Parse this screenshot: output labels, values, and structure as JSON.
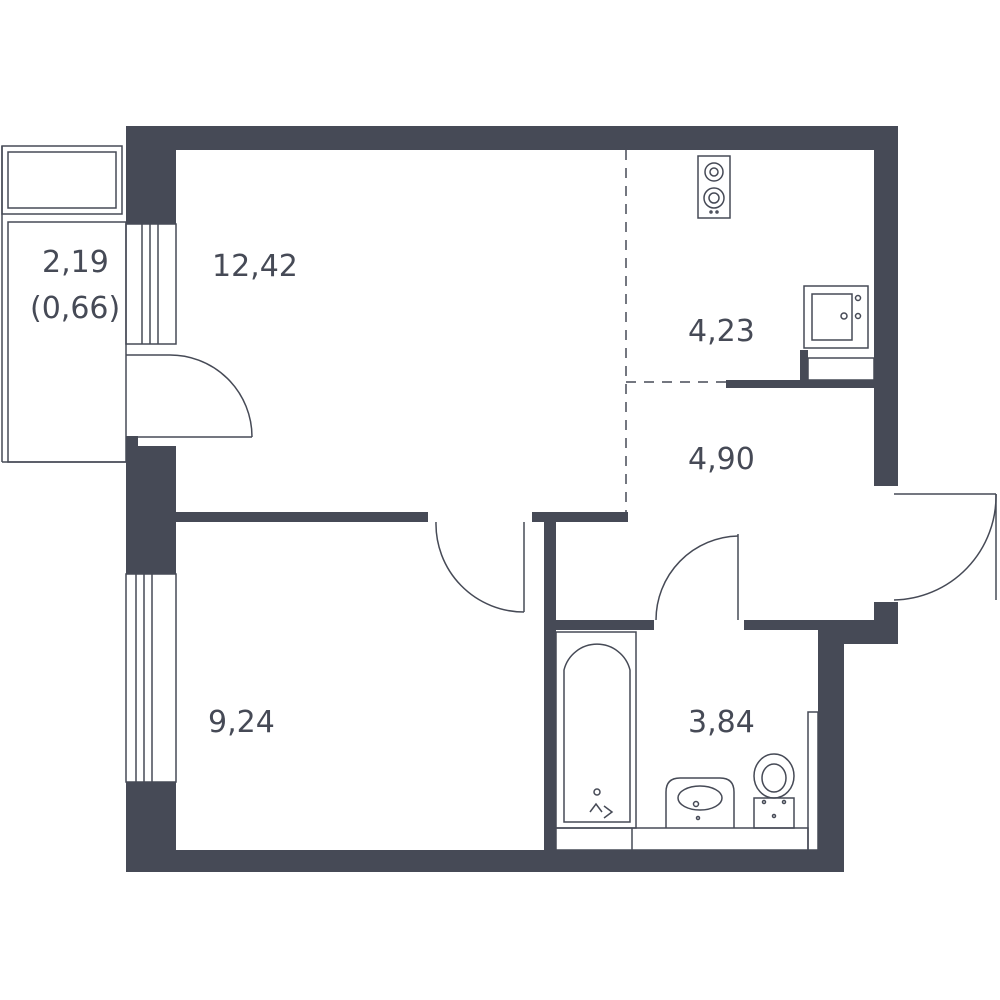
{
  "rooms": {
    "living_room": {
      "area": "12,42"
    },
    "kitchen": {
      "area": "4,23"
    },
    "hallway": {
      "area": "4,90"
    },
    "bedroom": {
      "area": "9,24"
    },
    "bathroom": {
      "area": "3,84"
    },
    "balcony": {
      "area": "2,19",
      "area_coef": "(0,66)"
    }
  },
  "colors": {
    "wall": "#464a56",
    "background": "#ffffff"
  },
  "icons": [
    "stove-icon",
    "sink-icon",
    "bathtub-icon",
    "washbasin-icon",
    "toilet-icon"
  ]
}
